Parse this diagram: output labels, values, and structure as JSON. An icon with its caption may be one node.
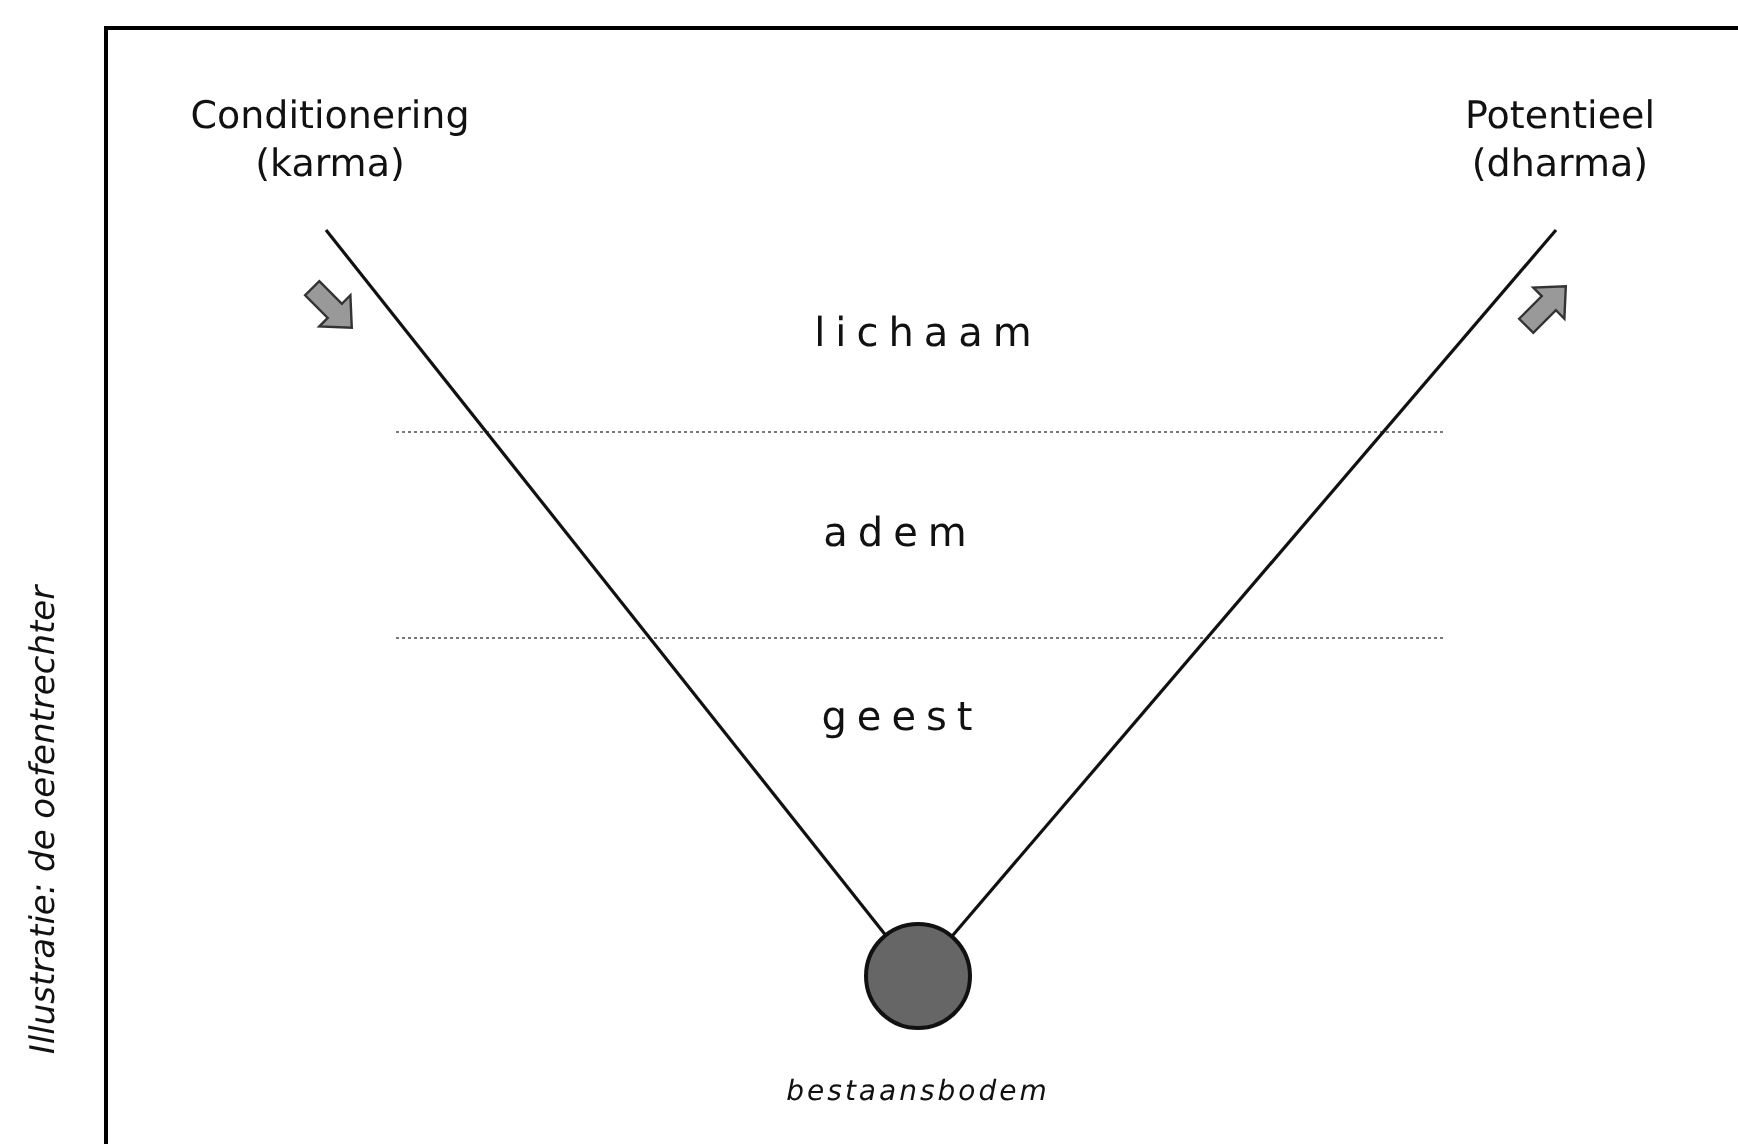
{
  "diagram": {
    "caption": "Illustratie: de oefentrechter",
    "nodes": [
      {
        "text": [
          "Conditionering (karma)"
        ]
      },
      {
        "text": [
          "Potentieel (dharma)"
        ]
      },
      {
        "text": [],
        "shape": "circle",
        "beside": [
          "bestaansbodem"
        ]
      }
    ],
    "edges": [
      {
        "from": 0,
        "to": 2,
        "arrow": "none"
      },
      {
        "from": 2,
        "to": 1,
        "arrow": "none"
      }
    ],
    "labels": [
      "lichaam",
      "adem",
      "geest"
    ]
  }
}
